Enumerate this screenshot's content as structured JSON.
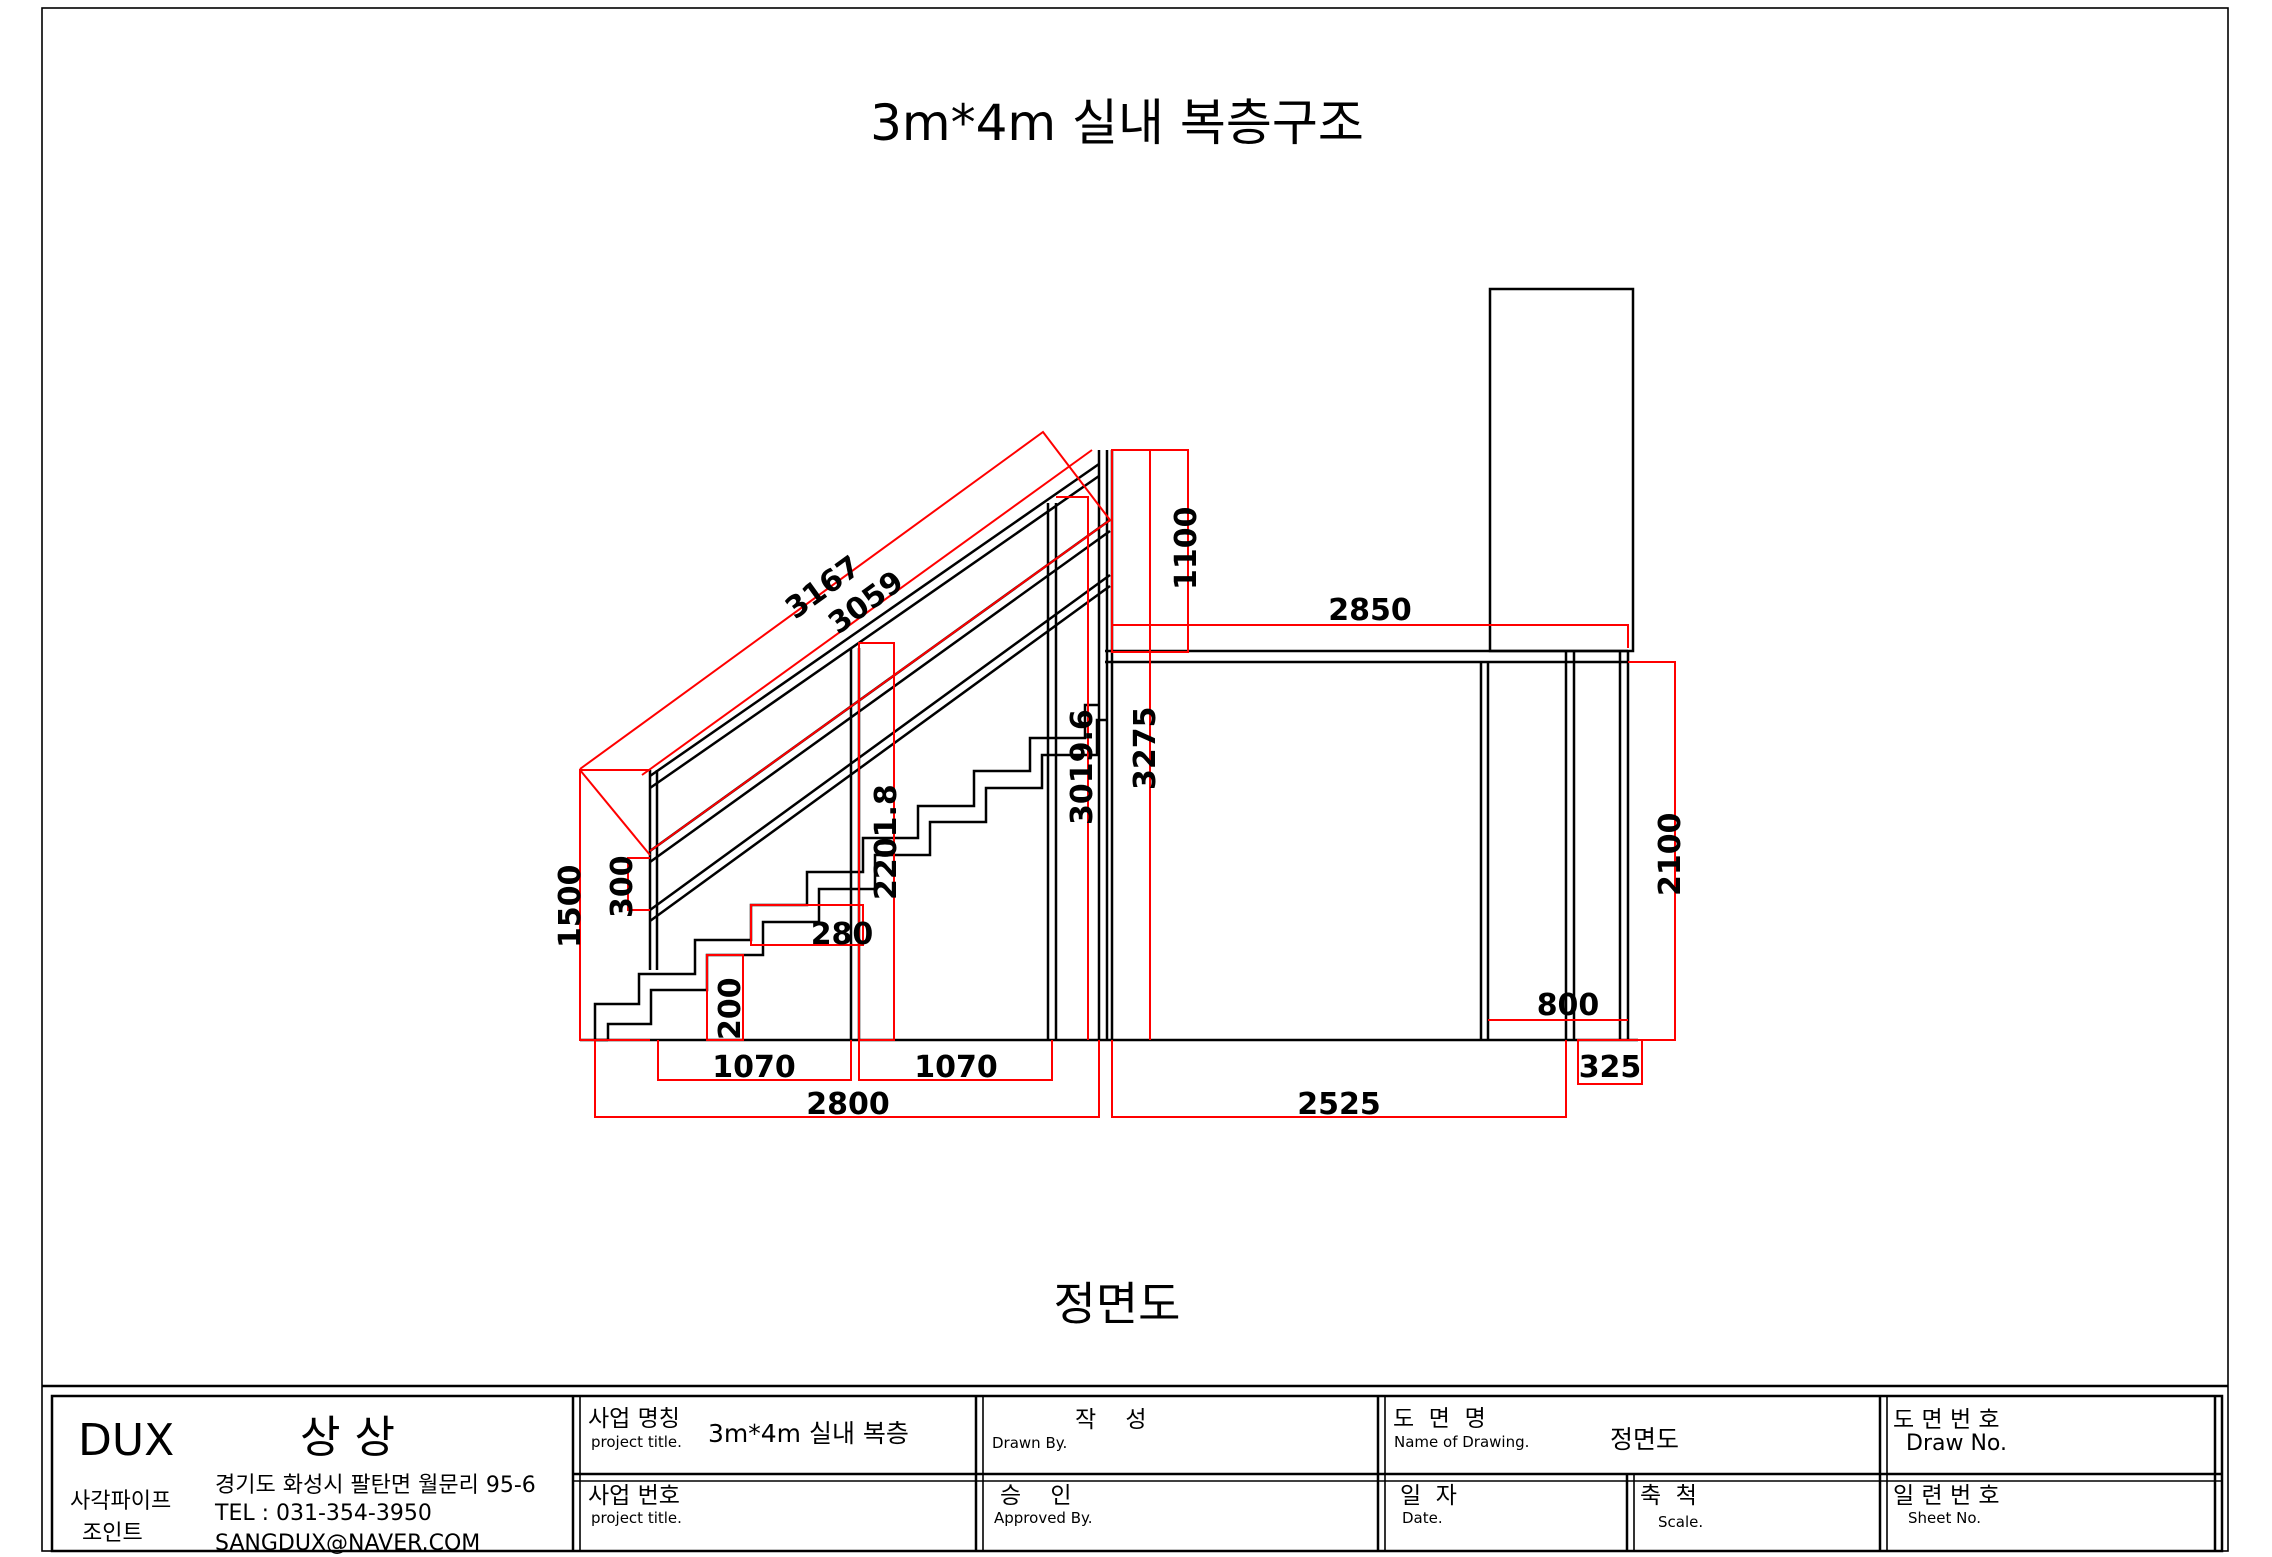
{
  "drawing": {
    "title": "3m*4m 실내 복층구조",
    "view_name": "정면도"
  },
  "dimensions": {
    "rail_length_outer": "3167",
    "rail_length_inner": "3059",
    "top_rail_height": "1100",
    "deck_width": "2850",
    "landing_height": "3275",
    "post_height": "3019.6",
    "mid_post_height": "2201.8",
    "lower_post_height": "1500",
    "rail_offset": "300",
    "tread_depth": "280",
    "riser_height": "200",
    "lower_span_left": "1070",
    "lower_span_right": "1070",
    "stair_total": "2800",
    "deck_span": "2525",
    "clear_height": "2100",
    "door_width": "800",
    "post_offset": "325"
  },
  "title_block": {
    "company_brand": "DUX",
    "company_name": "상 상",
    "company_sub_line1": "사각파이프",
    "company_sub_line2": "조인트",
    "address": "경기도 화성시 팔탄면 월문리 95-6",
    "tel": "TEL : 031-354-3950",
    "email": "SANGDUX@NAVER.COM",
    "project_name_label": "사업 명칭",
    "project_name_sub": "project title.",
    "project_name_value": "3m*4m 실내 복층",
    "project_no_label": "사업 번호",
    "project_no_sub": "project title.",
    "drawn_label": "작    성",
    "drawn_sub": "Drawn By.",
    "approved_label": "승    인",
    "approved_sub": "Approved By.",
    "drawing_name_label": "도  면  명",
    "drawing_name_sub": "Name of Drawing.",
    "drawing_name_value": "정면도",
    "date_label": "일  자",
    "date_sub": "Date.",
    "scale_label": "축  척",
    "scale_sub": "Scale.",
    "draw_no_label": "도 면 번 호",
    "draw_no_sub": "Draw No.",
    "sheet_no_label": "일 련 번 호",
    "sheet_no_sub": "Sheet No."
  }
}
